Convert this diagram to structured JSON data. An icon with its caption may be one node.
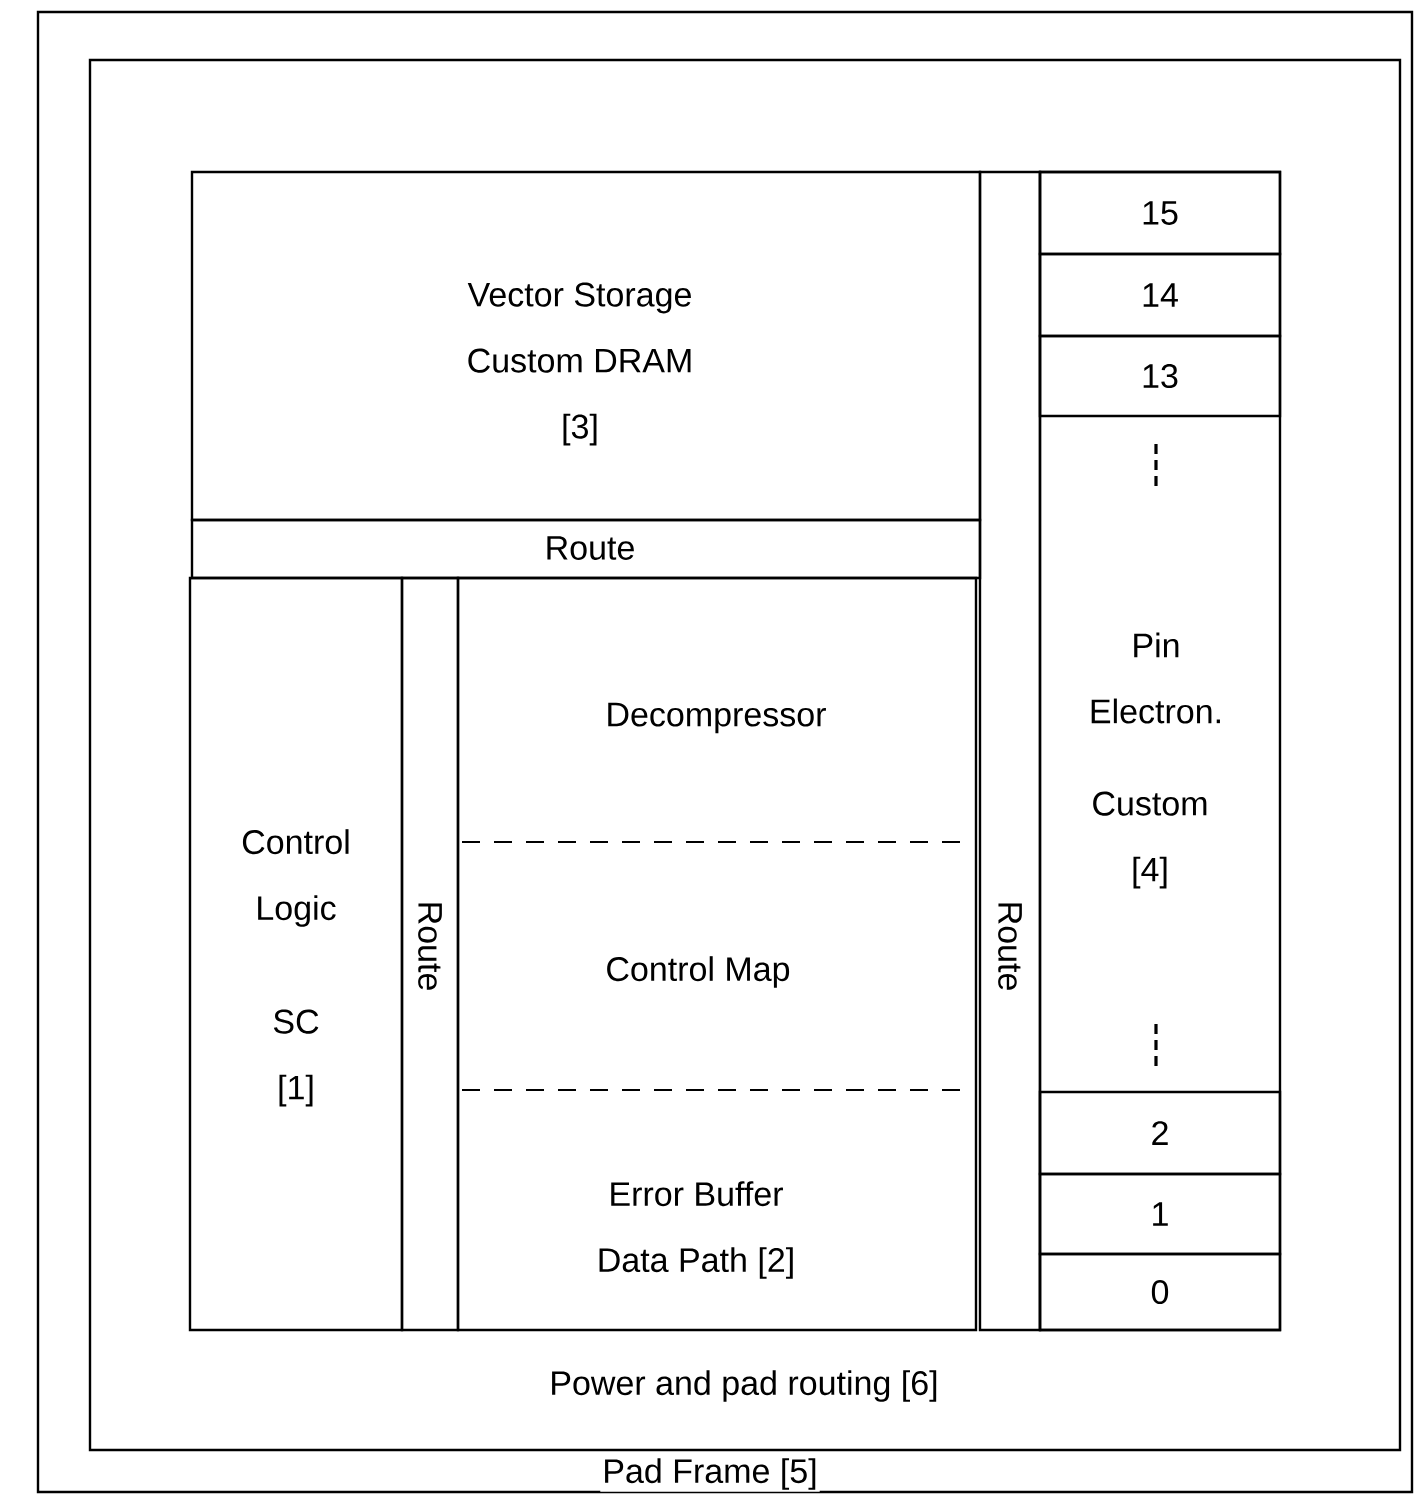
{
  "diagram": {
    "nodes": [
      {
        "text": [
          "Pad Frame [5]"
        ]
      },
      {
        "text": [
          "Power and pad routing [6]"
        ],
        "in": 0
      },
      {
        "text": [
          "Vector Storage Custom DRAM [3]"
        ],
        "in": 1
      },
      {
        "text": [
          "Route"
        ],
        "in": 1
      },
      {
        "text": [
          "Control Logic",
          "SC [1]"
        ],
        "in": 1
      },
      {
        "text": [
          "Route"
        ],
        "in": 1
      },
      {
        "text": [
          "Decompressor",
          "Control Map",
          "Error Buffer Data Path [2]"
        ],
        "in": 1
      },
      {
        "text": [
          "Route"
        ],
        "in": 1
      },
      {
        "text": [
          "Pin Electron.",
          "Custom [4]"
        ],
        "in": 1
      },
      {
        "text": [
          "15"
        ],
        "in": 8
      },
      {
        "text": [
          "14"
        ],
        "in": 8
      },
      {
        "text": [
          "13"
        ],
        "in": 8
      },
      {
        "text": [
          "2"
        ],
        "in": 8
      },
      {
        "text": [
          "1"
        ],
        "in": 8
      },
      {
        "text": [
          "0"
        ],
        "in": 8
      }
    ]
  }
}
